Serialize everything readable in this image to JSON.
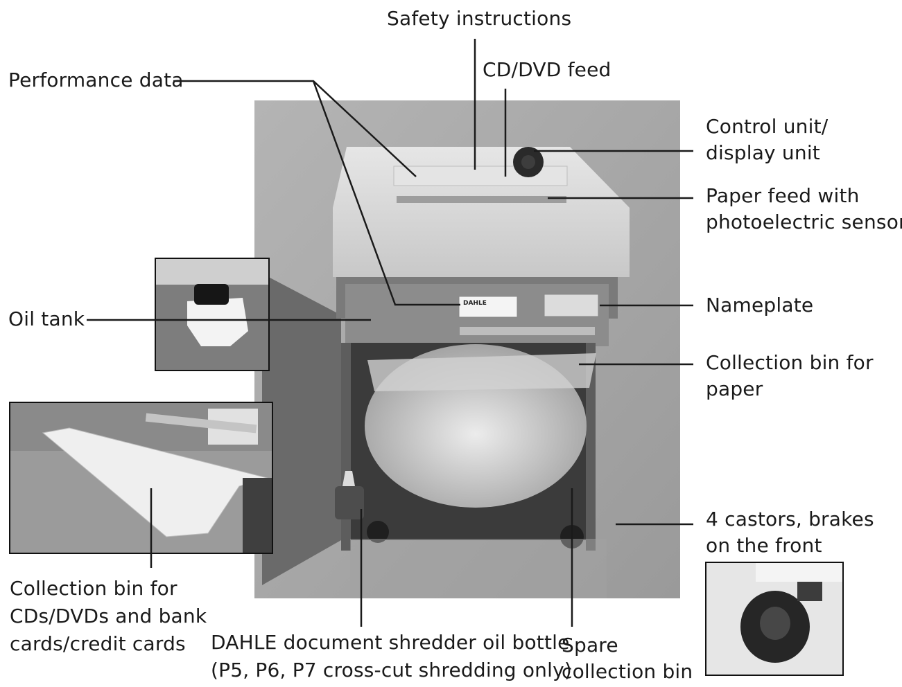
{
  "labels": {
    "safety_instructions": [
      "Safety instructions"
    ],
    "performance_data": [
      "Performance data"
    ],
    "cd_dvd_feed": [
      "CD/DVD feed"
    ],
    "control_unit": [
      "Control unit/",
      "display unit"
    ],
    "paper_feed": [
      "Paper feed with",
      "photoelectric sensor"
    ],
    "oil_tank": [
      "Oil tank"
    ],
    "nameplate": [
      "Nameplate"
    ],
    "collection_bin_paper": [
      "Collection bin for",
      "paper"
    ],
    "castors": [
      "4 castors, brakes",
      "on the front"
    ],
    "collection_bin_cds": [
      "Collection bin for",
      "CDs/DVDs and bank",
      "cards/credit cards"
    ],
    "oil_bottle": [
      "DAHLE document shredder oil bottle",
      "(P5, P6, P7 cross-cut shredding only)"
    ],
    "spare_bin": [
      "Spare",
      "collection bin"
    ]
  },
  "device": {
    "brand_plate": "DAHLE"
  },
  "colors": {
    "backdrop": "#a9a9a9",
    "shredder_top": "#d6d6d6",
    "cabinet": "#6f6f6f",
    "leader_line": "#1a1a1a"
  }
}
